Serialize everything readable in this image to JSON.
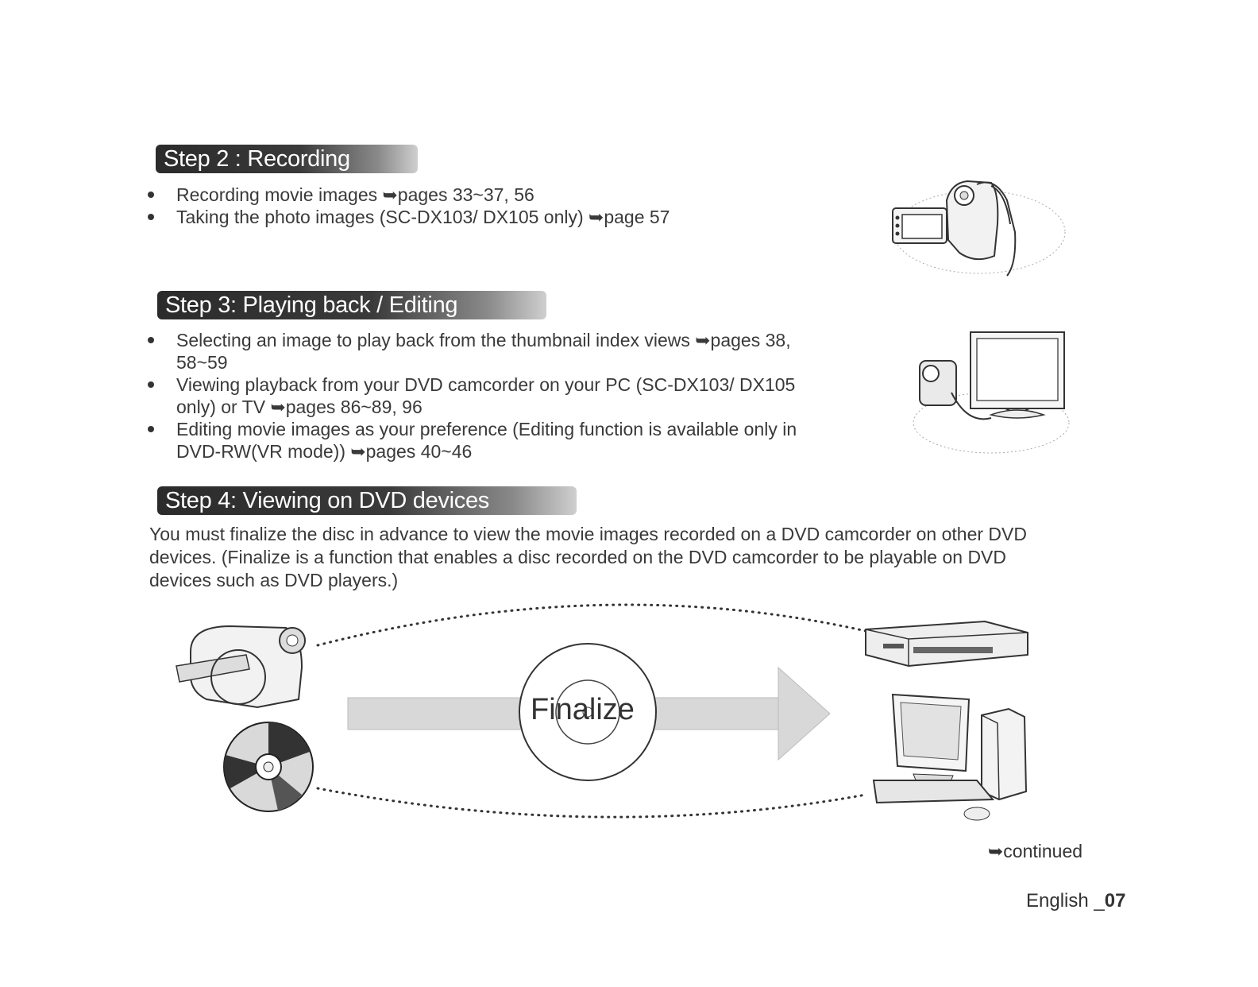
{
  "step2": {
    "title": "Step 2 : Recording",
    "items": [
      "Recording movie images ➥pages 33~37, 56",
      "Taking the photo images (SC-DX103/ DX105 only) ➥page 57"
    ]
  },
  "step3": {
    "title": "Step 3: Playing back / Editing",
    "items": [
      "Selecting an image to play back from the thumbnail index views ➥pages 38, 58~59",
      "Viewing playback from your DVD camcorder on your PC (SC-DX103/ DX105 only) or TV ➥pages 86~89, 96",
      "Editing movie images as your preference (Editing function is available only in DVD-RW(VR mode)) ➥pages 40~46"
    ]
  },
  "step4": {
    "title": "Step 4: Viewing on DVD devices",
    "paragraph": "You must finalize the disc in advance to view the movie images recorded on a DVD camcorder on other DVD devices. (Finalize is a function that enables a disc recorded on the DVD camcorder to be playable on DVD devices such as DVD players.)"
  },
  "diagram": {
    "center_label": "Finalize",
    "left_icons": [
      "camcorder-icon",
      "disc-icon"
    ],
    "right_icons": [
      "dvd-player-icon",
      "computer-icon"
    ]
  },
  "footer": {
    "continued": "➥continued",
    "language": "English _",
    "page_number": "07"
  },
  "colors": {
    "banner_dark": "#2b2b2b",
    "arrow_gray": "#d6d6d6",
    "text": "#333333"
  }
}
